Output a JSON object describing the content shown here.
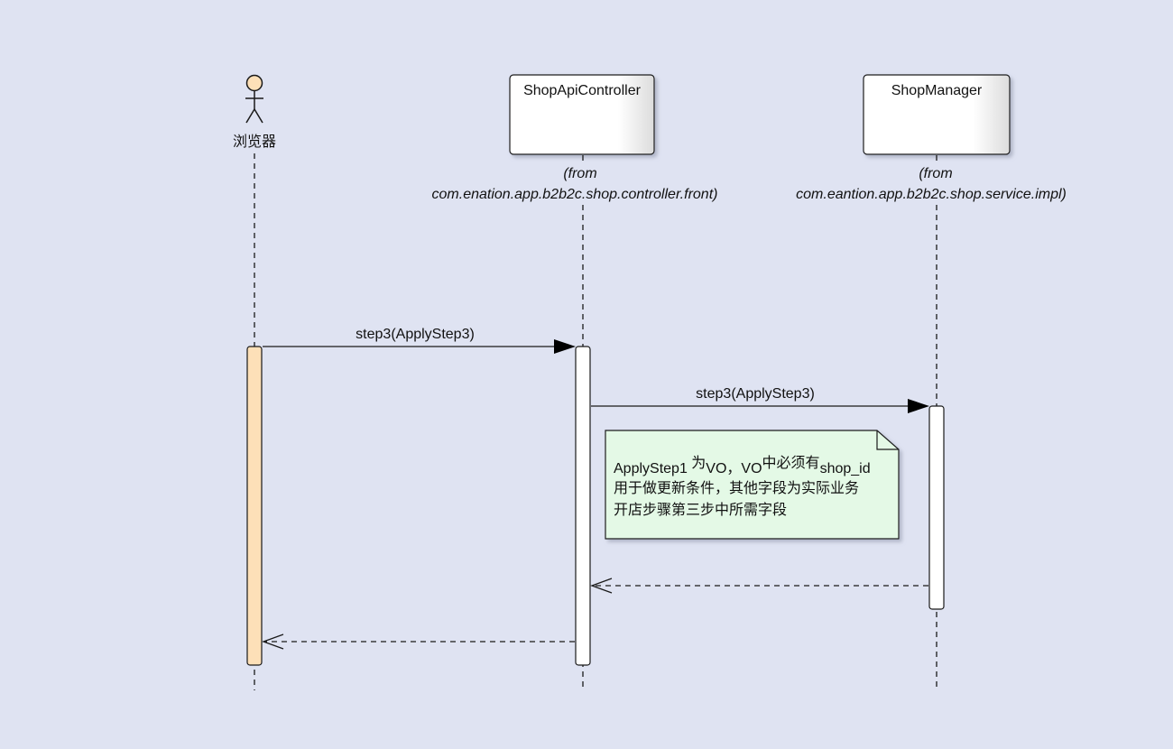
{
  "actor": {
    "name": "浏览器",
    "icon": "stick-figure-icon"
  },
  "lifelines": [
    {
      "name": "ShopApiController",
      "from_prefix": "(from",
      "from_package": "com.enation.app.b2b2c.shop.controller.front)"
    },
    {
      "name": "ShopManager",
      "from_prefix": "(from",
      "from_package": "com.eantion.app.b2b2c.shop.service.impl)"
    }
  ],
  "messages": [
    {
      "label": "step3(ApplyStep3)",
      "kind": "sync"
    },
    {
      "label": "step3(ApplyStep3)",
      "kind": "sync"
    },
    {
      "label": "",
      "kind": "return"
    },
    {
      "label": "",
      "kind": "return"
    }
  ],
  "note": {
    "line1_parts": [
      "ApplyStep1 ",
      "为",
      "VO，VO",
      "中必须有",
      "shop_id"
    ],
    "line2": "用于做更新条件，其他字段为实际业务",
    "line3": "开店步骤第三步中所需字段"
  },
  "colors": {
    "background": "#dfe3f2",
    "actor_activation": "#fde0b8",
    "note_fill": "#e4f9e6",
    "box_fill": "#ffffff",
    "stroke": "#1a1a1a"
  }
}
